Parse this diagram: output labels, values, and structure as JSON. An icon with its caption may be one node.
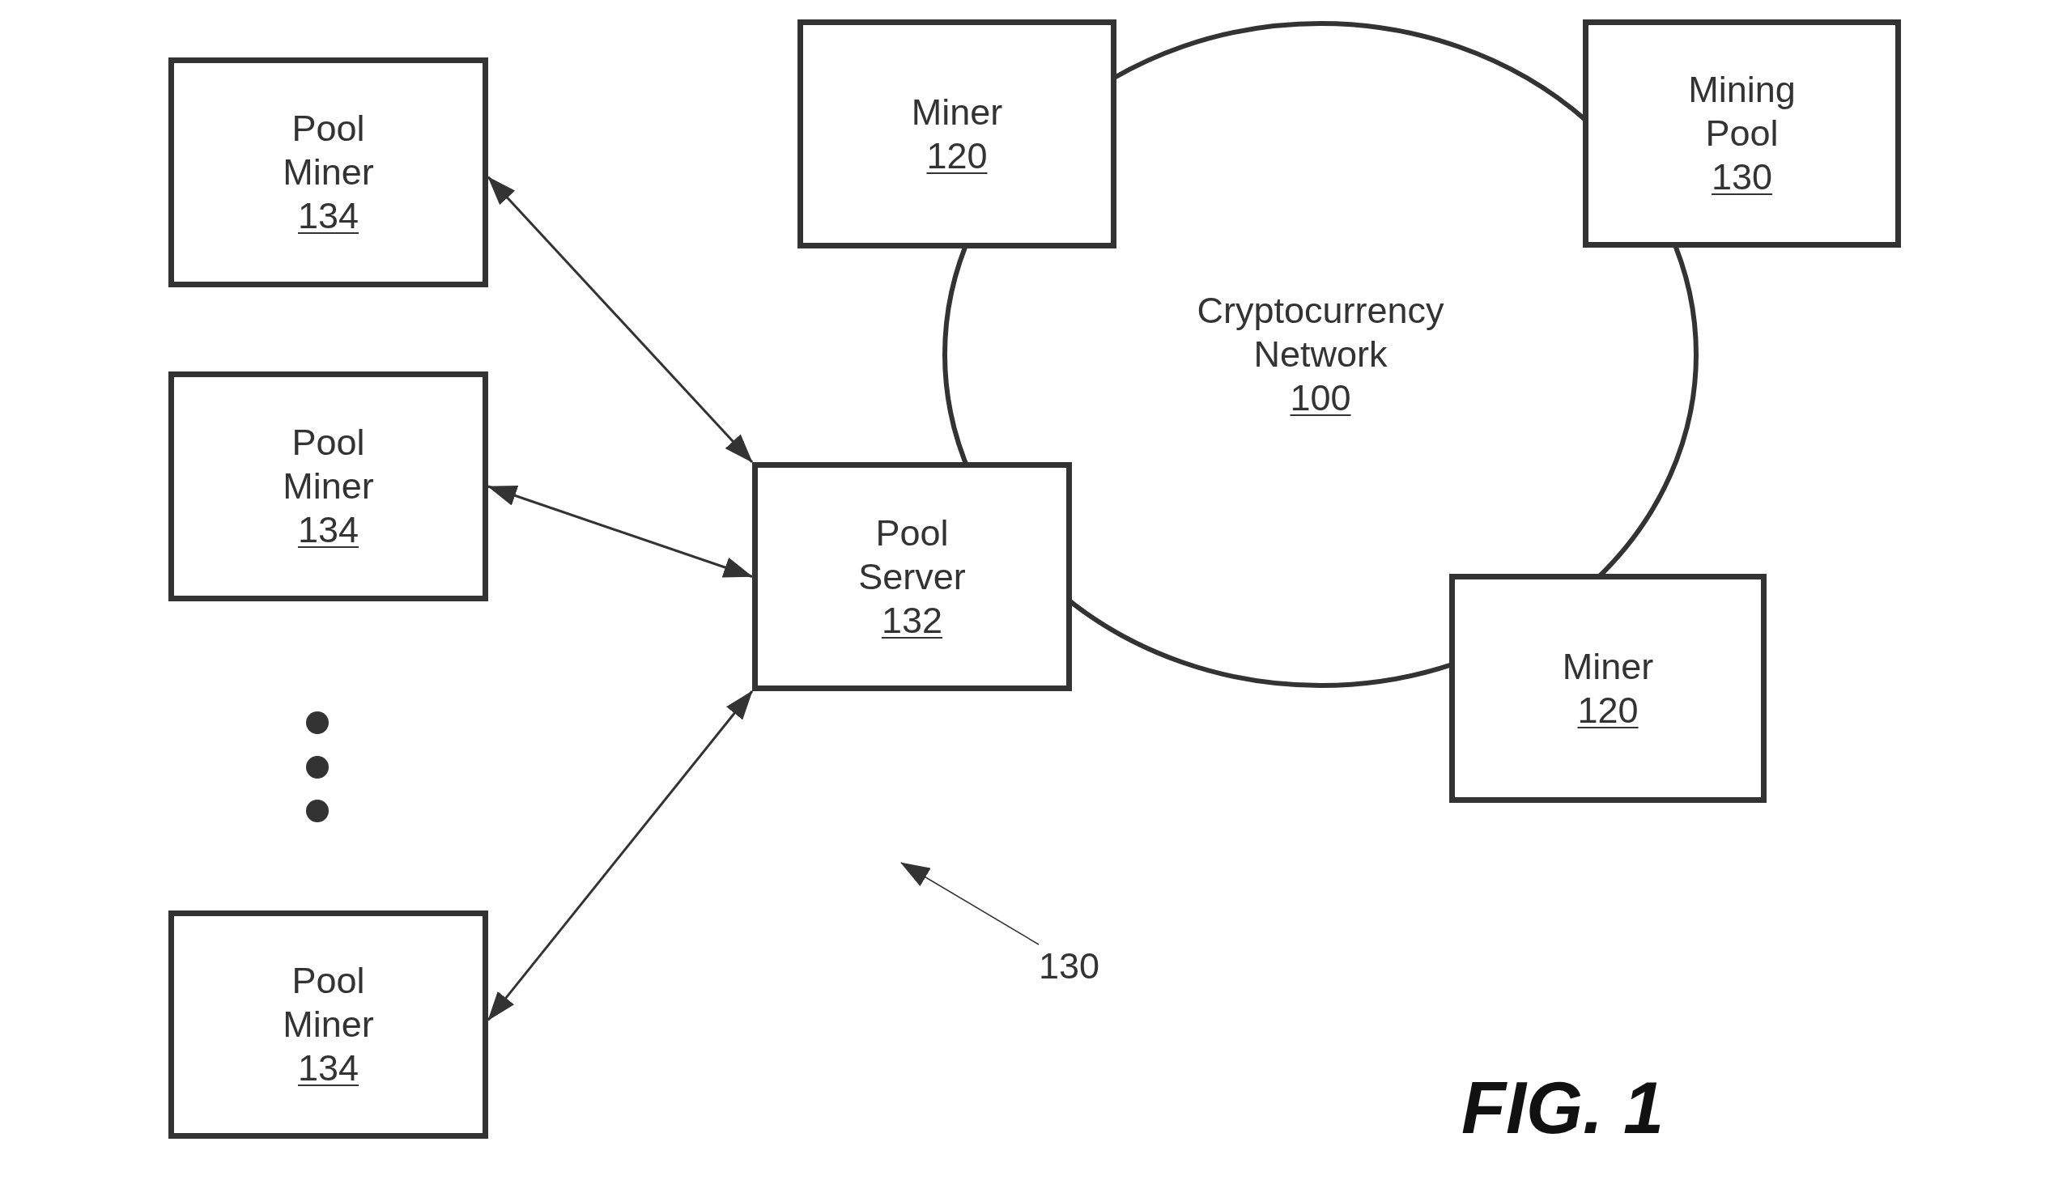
{
  "diagram": {
    "caption": "FIG. 1",
    "nodes": [
      {
        "text": [
          "Pool Miner",
          "134"
        ]
      },
      {
        "text": [
          "Miner",
          "120"
        ]
      },
      {
        "text": [
          "Mining Pool",
          "130"
        ]
      },
      {
        "text": [
          "Cryptocurrency Network",
          "100"
        ]
      },
      {
        "text": [
          "Pool Miner",
          "134"
        ]
      },
      {
        "text": [
          "Pool Server",
          "132"
        ]
      },
      {
        "text": [
          "Miner",
          "120"
        ]
      },
      {
        "text": [
          "Pool Miner",
          "134"
        ]
      },
      {
        "text": [
          "130"
        ]
      }
    ],
    "edges": [
      {
        "from": 0,
        "to": 5,
        "arrow": "both"
      },
      {
        "from": 4,
        "to": 5,
        "arrow": "both"
      },
      {
        "from": 7,
        "to": 5,
        "arrow": "both"
      },
      {
        "from": 8,
        "to": null,
        "arrow": "to"
      }
    ]
  }
}
